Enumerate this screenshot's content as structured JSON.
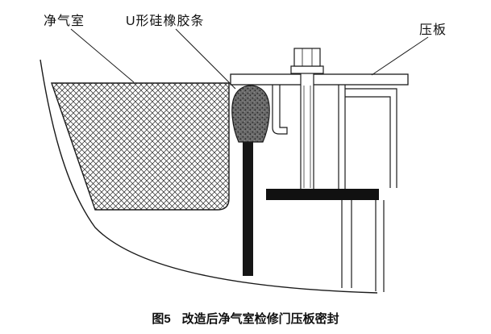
{
  "diagram": {
    "callouts": {
      "chamber": "净气室",
      "seal": "U形硅橡胶条",
      "plate": "压板"
    },
    "caption": {
      "figure_no": "图5",
      "title": "改造后净气室检修门压板密封"
    }
  },
  "colors": {
    "ink": "#1a1a1a",
    "seal_fill": "#6b6b6b",
    "background": "#ffffff"
  }
}
